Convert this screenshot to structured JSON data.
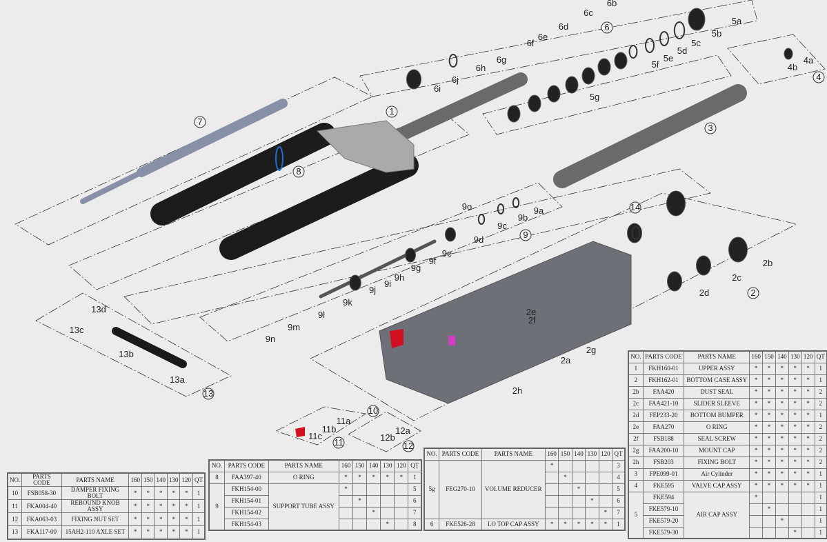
{
  "diagram": {
    "circled_labels": [
      "1",
      "2",
      "3",
      "4",
      "6",
      "7",
      "8",
      "9",
      "10",
      "11",
      "12",
      "13",
      "14"
    ],
    "part_labels": [
      "2a",
      "2b",
      "2c",
      "2d",
      "2e",
      "2f",
      "2g",
      "2h",
      "4a",
      "4b",
      "5a",
      "5b",
      "5c",
      "5d",
      "5e",
      "5f",
      "5g",
      "6b",
      "6c",
      "6d",
      "6e",
      "6f",
      "6g",
      "6h",
      "6j",
      "6i",
      "9a",
      "9b",
      "9c",
      "9d",
      "9e",
      "9f",
      "9g",
      "9h",
      "9i",
      "9j",
      "9k",
      "9l",
      "9m",
      "9n",
      "9o",
      "11a",
      "11b",
      "11c",
      "12a",
      "12b",
      "13a",
      "13b",
      "13c",
      "13d"
    ],
    "colors": {
      "stanchion": "#1c1c1c",
      "crown": "#a9aaac",
      "lower": "#6d7077",
      "tube": "#6a6a6a",
      "damper": "#8890a8",
      "accent_red": "#d01020",
      "accent_magenta": "#d040c0",
      "ring_blue": "#1e6fd0"
    }
  },
  "headers": [
    "NO.",
    "PARTS CODE",
    "PARTS NAME",
    "160",
    "150",
    "140",
    "130",
    "120",
    "QT"
  ],
  "tables": [
    {
      "rows": [
        {
          "no": "10",
          "span": 1,
          "code": "FSB058-30",
          "name": "DAMPER FIXING BOLT",
          "m": [
            "*",
            "*",
            "*",
            "*",
            "*"
          ],
          "qt": "1"
        },
        {
          "no": "11",
          "span": 1,
          "code": "FKA004-40",
          "name": "REBOUND KNOB ASSY",
          "m": [
            "*",
            "*",
            "*",
            "*",
            "*"
          ],
          "qt": "1"
        },
        {
          "no": "12",
          "span": 1,
          "code": "FKA063-03",
          "name": "FIXING NUT SET",
          "m": [
            "*",
            "*",
            "*",
            "*",
            "*"
          ],
          "qt": "1"
        },
        {
          "no": "13",
          "span": 1,
          "code": "FKA117-00",
          "name": "15AH2-110 AXLE SET",
          "m": [
            "*",
            "*",
            "*",
            "*",
            "*"
          ],
          "qt": "1"
        }
      ]
    },
    {
      "rows": [
        {
          "no": "8",
          "span": 1,
          "code": "FAA397-40",
          "name": "O RING",
          "m": [
            "*",
            "*",
            "*",
            "*",
            "*"
          ],
          "qt": "1"
        },
        {
          "no": "9",
          "span": 5,
          "code": "FKH154-00",
          "name": "SUPPORT TUBE ASSY",
          "m": [
            "*",
            "",
            "",
            "",
            ""
          ],
          "qt": "5"
        },
        {
          "code": "FKH154-01",
          "m": [
            "",
            "*",
            "",
            "",
            ""
          ],
          "qt": "6"
        },
        {
          "code": "FKH154-02",
          "m": [
            "",
            "",
            "*",
            "",
            ""
          ],
          "qt": "7"
        },
        {
          "code": "FKH154-03",
          "m": [
            "",
            "",
            "",
            "*",
            ""
          ],
          "qt": "8"
        }
      ]
    },
    {
      "rows": [
        {
          "no": "5g",
          "span": 5,
          "code": "FEG270-10",
          "name": "VOLUME REDUCER",
          "m": [
            "*",
            "",
            "",
            "",
            ""
          ],
          "qt": "3"
        },
        {
          "m": [
            "",
            "*",
            "",
            "",
            ""
          ],
          "qt": "4"
        },
        {
          "m": [
            "",
            "",
            "*",
            "",
            ""
          ],
          "qt": "5"
        },
        {
          "m": [
            "",
            "",
            "",
            "*",
            ""
          ],
          "qt": "6"
        },
        {
          "m": [
            "",
            "",
            "",
            "",
            "*"
          ],
          "qt": "7"
        },
        {
          "no": "6",
          "span": 1,
          "code": "FKE526-28",
          "name": "LO TOP CAP ASSY",
          "m": [
            "*",
            "*",
            "*",
            "*",
            "*"
          ],
          "qt": "1"
        }
      ]
    },
    {
      "rows": [
        {
          "no": "1",
          "span": 1,
          "code": "FKH160-01",
          "name": "UPPER ASSY",
          "m": [
            "*",
            "*",
            "*",
            "*",
            "*"
          ],
          "qt": "1"
        },
        {
          "no": "2",
          "span": 1,
          "code": "FKH162-01",
          "name": "BOTTOM CASE ASSY",
          "m": [
            "*",
            "*",
            "*",
            "*",
            "*"
          ],
          "qt": "1"
        },
        {
          "no": "2b",
          "span": 1,
          "code": "FAA420",
          "name": "DUST SEAL",
          "m": [
            "*",
            "*",
            "*",
            "*",
            "*"
          ],
          "qt": "2"
        },
        {
          "no": "2c",
          "span": 1,
          "code": "FAA421-10",
          "name": "SLIDER SLEEVE",
          "m": [
            "*",
            "*",
            "*",
            "*",
            "*"
          ],
          "qt": "2"
        },
        {
          "no": "2d",
          "span": 1,
          "code": "FEP233-20",
          "name": "BOTTOM BUMPER",
          "m": [
            "*",
            "*",
            "*",
            "*",
            "*"
          ],
          "qt": "1"
        },
        {
          "no": "2e",
          "span": 1,
          "code": "FAA270",
          "name": "O RING",
          "m": [
            "*",
            "*",
            "*",
            "*",
            "*"
          ],
          "qt": "2"
        },
        {
          "no": "2f",
          "span": 1,
          "code": "FSB188",
          "name": "SEAL SCREW",
          "m": [
            "*",
            "*",
            "*",
            "*",
            "*"
          ],
          "qt": "2"
        },
        {
          "no": "2g",
          "span": 1,
          "code": "FAA200-10",
          "name": "MOUNT CAP",
          "m": [
            "*",
            "*",
            "*",
            "*",
            "*"
          ],
          "qt": "2"
        },
        {
          "no": "2h",
          "span": 1,
          "code": "FSB203",
          "name": "FIXING BOLT",
          "m": [
            "*",
            "*",
            "*",
            "*",
            "*"
          ],
          "qt": "2"
        },
        {
          "no": "3",
          "span": 1,
          "code": "FPE099-01",
          "name": "Air Cylinder",
          "m": [
            "*",
            "*",
            "*",
            "*",
            "*"
          ],
          "qt": "1"
        },
        {
          "no": "4",
          "span": 1,
          "code": "FKE595",
          "name": "VALVE CAP ASSY",
          "m": [
            "*",
            "*",
            "*",
            "*",
            "*"
          ],
          "qt": "1"
        },
        {
          "no": "5",
          "span": 5,
          "code": "FKE594",
          "name": "AIR CAP ASSY",
          "m": [
            "*",
            "",
            "",
            "",
            ""
          ],
          "qt": "1"
        },
        {
          "code": "FKE579-10",
          "m": [
            "",
            "*",
            "",
            "",
            ""
          ],
          "qt": "1"
        },
        {
          "code": "FKE579-20",
          "m": [
            "",
            "",
            "*",
            "",
            ""
          ],
          "qt": "1"
        },
        {
          "code": "FKE579-30",
          "m": [
            "",
            "",
            "",
            "*",
            ""
          ],
          "qt": "1"
        }
      ]
    }
  ]
}
